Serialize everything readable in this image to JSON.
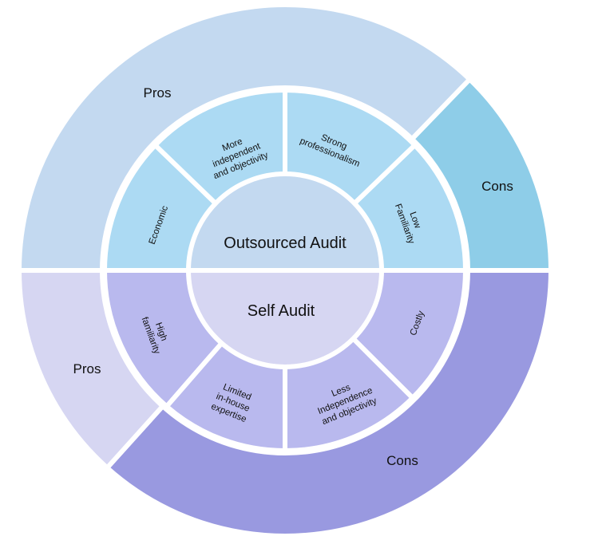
{
  "title": "Outsourced Audit vs Self Audit",
  "colors": {
    "outsourced_center": "#c3d9f0",
    "outsourced_pros": "#c3d9f0",
    "outsourced_cons": "#8ecde8",
    "outsourced_items": "#acdaf3",
    "self_center": "#d6d6f2",
    "self_pros": "#d6d6f2",
    "self_cons": "#9999e0",
    "self_items": "#b9b9ee",
    "separator": "#ffffff"
  },
  "outsourced": {
    "label": "Outsourced Audit",
    "pros_label": "Pros",
    "cons_label": "Cons",
    "items": [
      {
        "lines": [
          "Economic"
        ],
        "type": "pro"
      },
      {
        "lines": [
          "More",
          "independent",
          "and objectivity"
        ],
        "type": "pro"
      },
      {
        "lines": [
          "Strong",
          "professionalism"
        ],
        "type": "pro"
      },
      {
        "lines": [
          "Low",
          "Familiarity"
        ],
        "type": "con"
      }
    ]
  },
  "self": {
    "label": "Self Audit",
    "pros_label": "Pros",
    "cons_label": "Cons",
    "items": [
      {
        "lines": [
          "High",
          "familiarity"
        ],
        "type": "pro"
      },
      {
        "lines": [
          "Limited",
          "in-house",
          "expertise"
        ],
        "type": "con"
      },
      {
        "lines": [
          "Less",
          "Independence",
          "and objectivity"
        ],
        "type": "con"
      },
      {
        "lines": [
          "Costly"
        ],
        "type": "con"
      }
    ]
  }
}
